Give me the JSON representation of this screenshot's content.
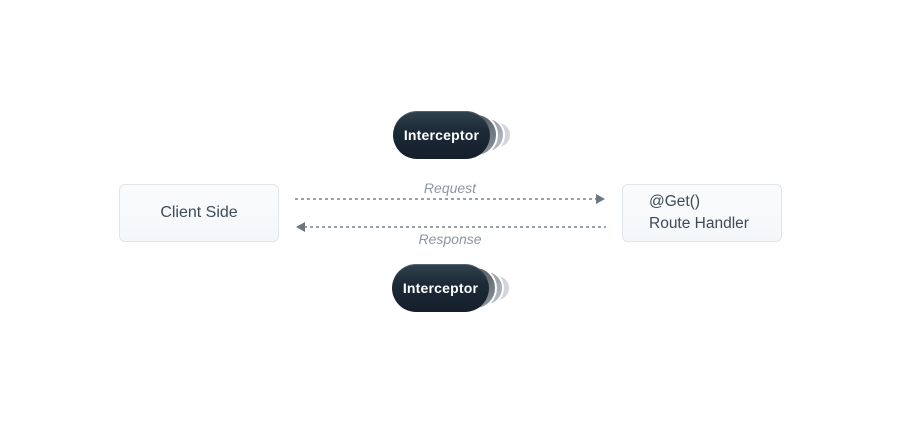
{
  "diagram": {
    "client_box": {
      "label": "Client Side"
    },
    "handler_box": {
      "line1": "@Get()",
      "line2": "Route Handler"
    },
    "interceptor_top": {
      "label": "Interceptor"
    },
    "interceptor_bottom": {
      "label": "Interceptor"
    },
    "request_arrow": {
      "label": "Request",
      "direction": "right",
      "style": "dashed"
    },
    "response_arrow": {
      "label": "Response",
      "direction": "left",
      "style": "dashed"
    },
    "colors": {
      "background": "#ffffff",
      "box_fill": "#f6f9fa",
      "box_border": "#dfe5ea",
      "box_text": "#3d4b59",
      "pill_fill": "#1d2a37",
      "pill_text": "#ffffff",
      "pill_echo_1": "#737b84",
      "pill_echo_2": "#a9afb6",
      "pill_echo_3": "#d2d6da",
      "arrow": "#99a1ab",
      "arrowhead": "#6d7681",
      "flow_label_text": "#8c95a3"
    }
  }
}
